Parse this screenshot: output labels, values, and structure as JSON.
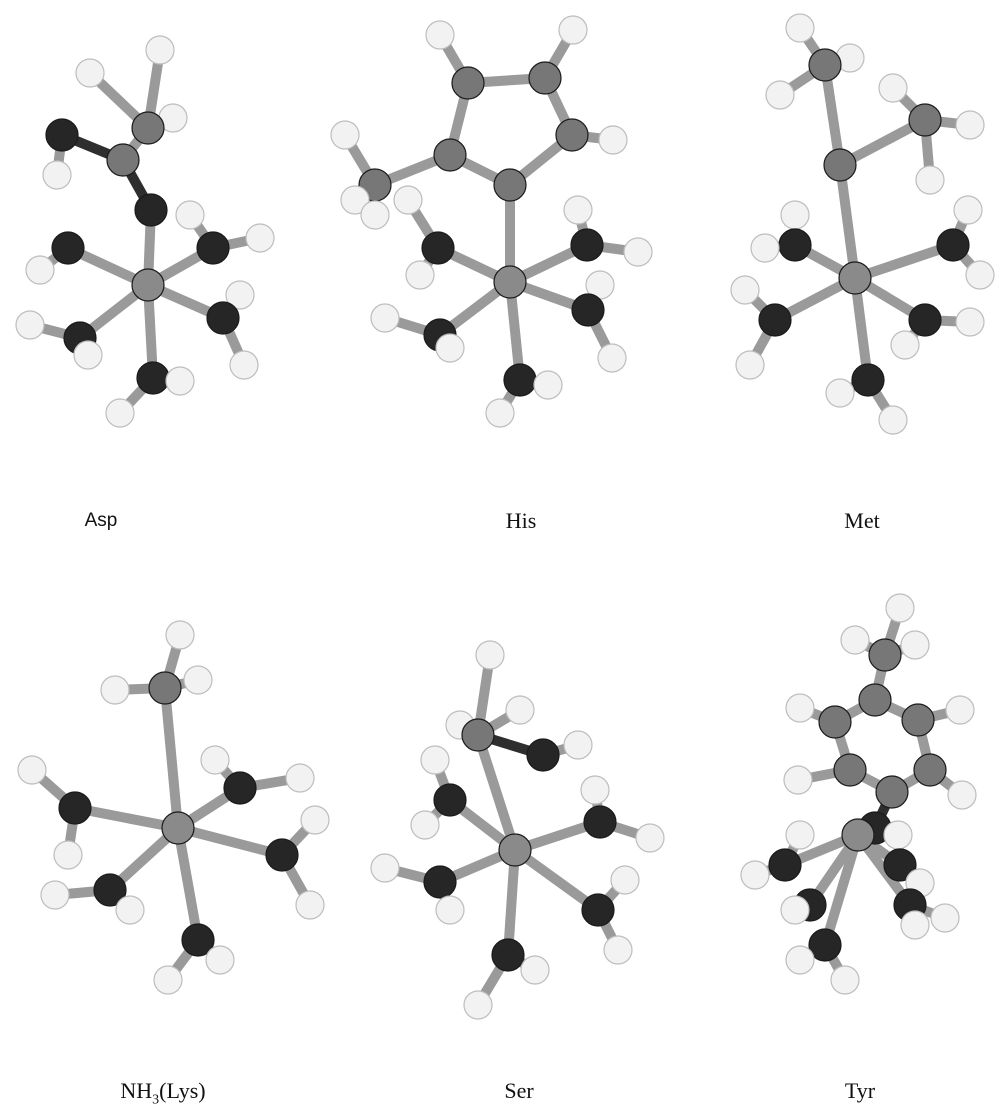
{
  "figure": {
    "labels": {
      "asp": "Asp",
      "his": "His",
      "met": "Met",
      "lys_prefix": "NH",
      "lys_sub": "3",
      "lys_suffix": "(Lys)",
      "ser": "Ser",
      "tyr": "Tyr"
    },
    "atom_colors": {
      "metal": "#8a8a8a",
      "oxygen": "#262626",
      "heavy_gray": "#777777",
      "hydrogen": "#f2f2f2",
      "bond": "#9a9a9a"
    }
  }
}
